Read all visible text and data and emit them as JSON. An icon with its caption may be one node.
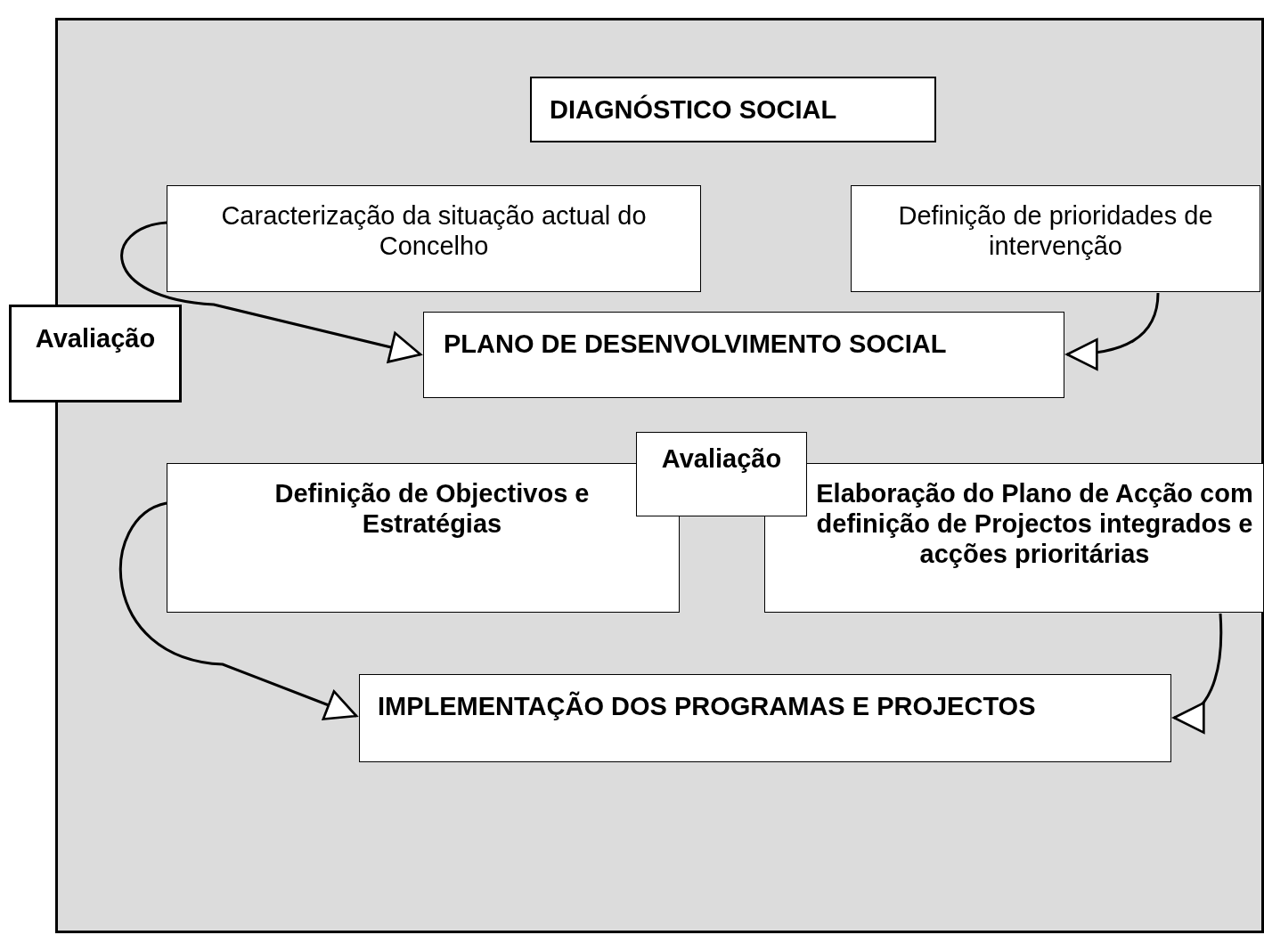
{
  "diagram": {
    "nodes": [
      {
        "text": [
          "DIAGNÓSTICO SOCIAL"
        ]
      },
      {
        "text": [
          "Caracterização da situação actual do Concelho"
        ]
      },
      {
        "text": [
          "Definição de prioridades de intervenção"
        ]
      },
      {
        "text": [
          "Avaliação"
        ]
      },
      {
        "text": [
          "PLANO DE DESENVOLVIMENTO SOCIAL"
        ]
      },
      {
        "text": [
          "Avaliação"
        ]
      },
      {
        "text": [
          "Definição de Objectivos e Estratégias"
        ]
      },
      {
        "text": [
          "Elaboração do Plano de Acção com definição de Projectos integrados e acções prioritárias"
        ]
      },
      {
        "text": [
          "IMPLEMENTAÇÃO DOS PROGRAMAS E PROJECTOS"
        ]
      }
    ],
    "edges": [
      {
        "from": 1,
        "to": 4,
        "arrow": "to"
      },
      {
        "from": 2,
        "to": 4,
        "arrow": "to"
      },
      {
        "from": 6,
        "to": 8,
        "arrow": "to"
      },
      {
        "from": 7,
        "to": 8,
        "arrow": "to"
      }
    ]
  }
}
